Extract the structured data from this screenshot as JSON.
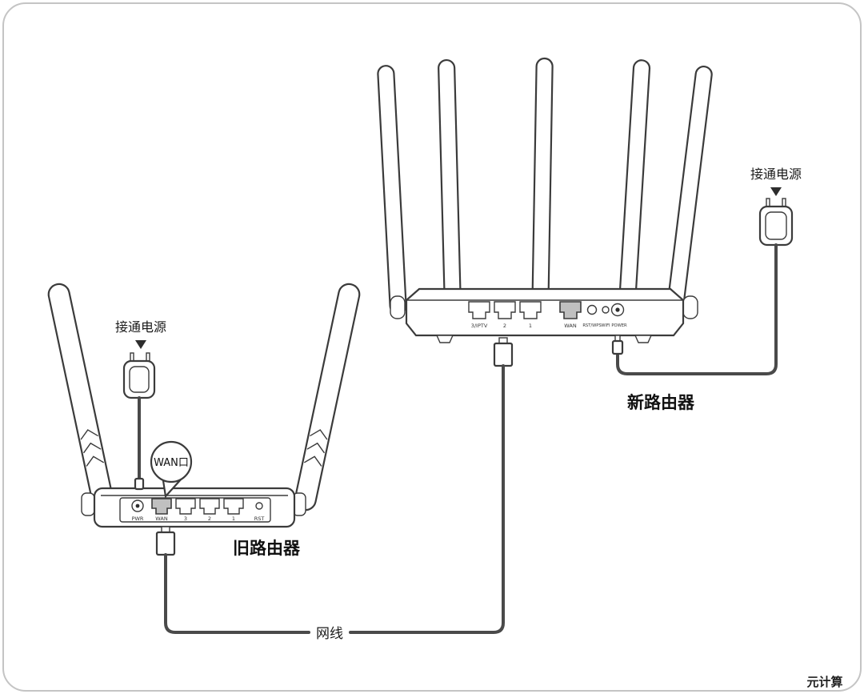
{
  "page": {
    "watermark": "元计算"
  },
  "old_router": {
    "name_label": "旧路由器",
    "power_label": "接通电源",
    "wan_callout": "WAN口",
    "port_labels": [
      "PWR",
      "WAN",
      "3",
      "2",
      "1",
      "RST"
    ]
  },
  "new_router": {
    "name_label": "新路由器",
    "power_label": "接通电源",
    "port_labels": [
      "3/IPTV",
      "2",
      "1",
      "WAN",
      "RST/WPS",
      "WIFI",
      "POWER"
    ]
  },
  "cable": {
    "label": "网线"
  },
  "colors": {
    "outline": "#3b3b3b",
    "cable": "#4a4a4a",
    "watermark": "#2f9f98"
  }
}
